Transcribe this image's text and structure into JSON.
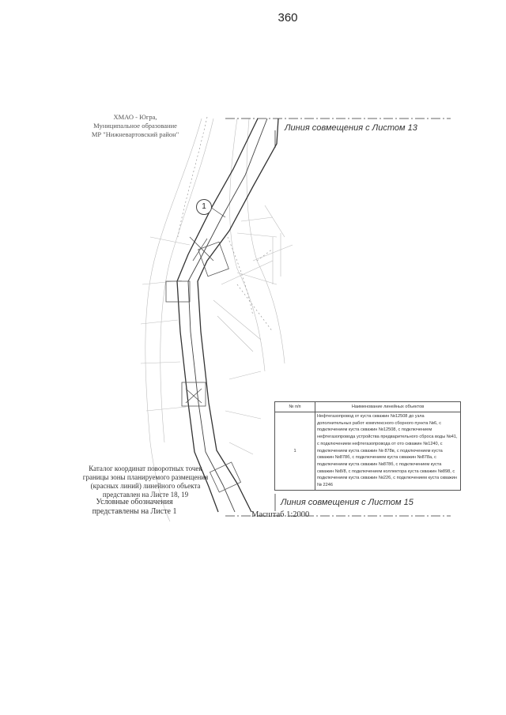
{
  "page_number": "360",
  "map": {
    "admin_label": [
      "ХМАО - Югра,",
      "Муниципальное образование",
      "МР \"Нижневартовский район\""
    ],
    "match_line_top": "Линия совмещения с Листом 13",
    "match_line_bottom": "Линия совмещения с Листом 15",
    "object_marker": "1",
    "catalog_note": [
      "Каталог координат поворотных точек",
      "границы зоны планируемого размещения",
      "(красных линий) линейного объекта",
      "представлен на Листе 18, 19"
    ],
    "legend_note": [
      "Условные обозначения",
      "представлены на Листе 1"
    ],
    "scale": "Масштаб 1:2000"
  },
  "table": {
    "headers": [
      "№ п/п",
      "Наименование линейных объектов"
    ],
    "rows": [
      {
        "num": "1",
        "desc": "Нефтегазопровод от куста скважин №12508 до узла дополнительных работ комплексного сборного пункта №6, с подключением куста скважин №12508, с подключением нефтегазопровода устройства предварительного сброса воды №41, с подключением нефтегазопровода от ото скважин №1240, с подключением куста скважин № 878в, с подключением куста скважин №878б, с подключением куста скважин №878а, с подключением куста скважин №878б, с подключением куста скважин №8/8, с подключением коллектора куста скважин №898, с подключением куста скважин №226, с подключением куста скважин № 2246"
      }
    ]
  },
  "colors": {
    "line": "#333333",
    "faint": "#b8b8b8",
    "ink": "#222222"
  }
}
